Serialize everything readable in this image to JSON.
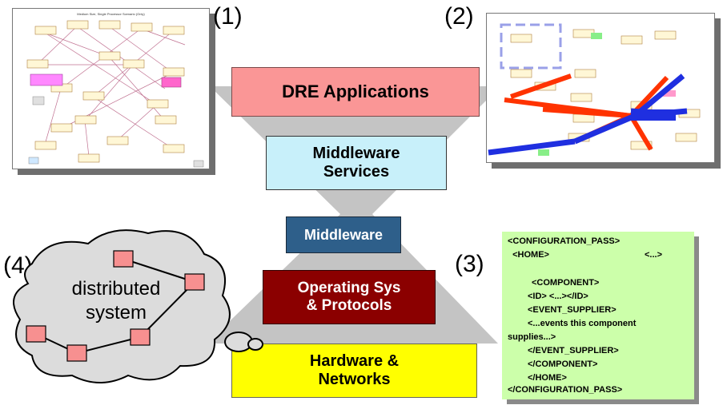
{
  "labels": {
    "num1": "(1)",
    "num2": "(2)",
    "num3": "(3)",
    "num4": "(4)"
  },
  "layers": {
    "dre_applications": "DRE Applications",
    "middleware_services": "Middleware\nServices",
    "middleware": "Middleware",
    "operating_sys": "Operating Sys\n& Protocols",
    "hardware": "Hardware &\nNetworks"
  },
  "cloud": {
    "text": "distributed\nsystem"
  },
  "screenshot1": {
    "title": "Medium Size, Single Processor Scenario (Only)"
  },
  "xml_config": {
    "lines": [
      "<CONFIGURATION_PASS>",
      "  <HOME>",
      "<...>",
      "<COMPONENT>",
      "<ID> <...></ID>",
      "<EVENT_SUPPLIER>",
      "<...events this component",
      "supplies...>",
      "</EVENT_SUPPLIER>",
      "</COMPONENT>",
      "</HOME>",
      "</CONFIGURATION_PASS>"
    ]
  },
  "colors": {
    "dre": "#fa9696",
    "services": "#c8f0fa",
    "middleware": "#2e5f8a",
    "os": "#8b0000",
    "hardware": "#ffff00",
    "xml_bg": "#ccffaa",
    "band": "#c4c4c4",
    "cloud": "#dcdcdc"
  }
}
